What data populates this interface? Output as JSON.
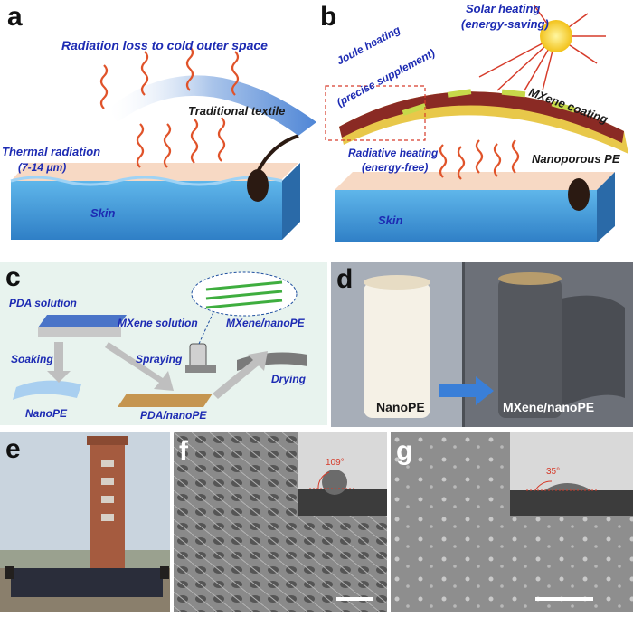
{
  "figure": {
    "panels": {
      "a": {
        "label": "a",
        "radiation_loss": "Radiation loss to cold outer space",
        "traditional_textile": "Traditional textile",
        "thermal_radiation": "Thermal radiation",
        "wavelength": "(7-14 μm)",
        "skin": "Skin"
      },
      "b": {
        "label": "b",
        "solar_heating": "Solar heating",
        "solar_heating_sub": "(energy-saving)",
        "joule_heating": "Joule heating",
        "joule_heating_sub": "(precise supplement)",
        "mxene_coating": "MXene coating",
        "radiative_heating": "Radiative heating",
        "radiative_heating_sub": "(energy-free)",
        "nanoporous_pe": "Nanoporous PE",
        "skin": "Skin"
      },
      "c": {
        "label": "c",
        "pda_solution": "PDA solution",
        "mxene_solution": "MXene solution",
        "mxene_nanope": "MXene/nanoPE",
        "soaking": "Soaking",
        "spraying": "Spraying",
        "drying": "Drying",
        "nanope": "NanoPE",
        "pda_nanope": "PDA/nanoPE"
      },
      "d": {
        "label": "d",
        "nanope": "NanoPE",
        "mxene_nanope": "MXene/nanoPE"
      },
      "e": {
        "label": "e"
      },
      "f": {
        "label": "f",
        "angle": "109°"
      },
      "g": {
        "label": "g",
        "angle": "35°"
      }
    },
    "colors": {
      "wave": "#e0532a",
      "text_blue": "#1d2bb3",
      "skin_blue": "#3a8fd0",
      "mxene_red": "#8a2a24",
      "panel_c_bg": "#e8f3ee"
    }
  }
}
